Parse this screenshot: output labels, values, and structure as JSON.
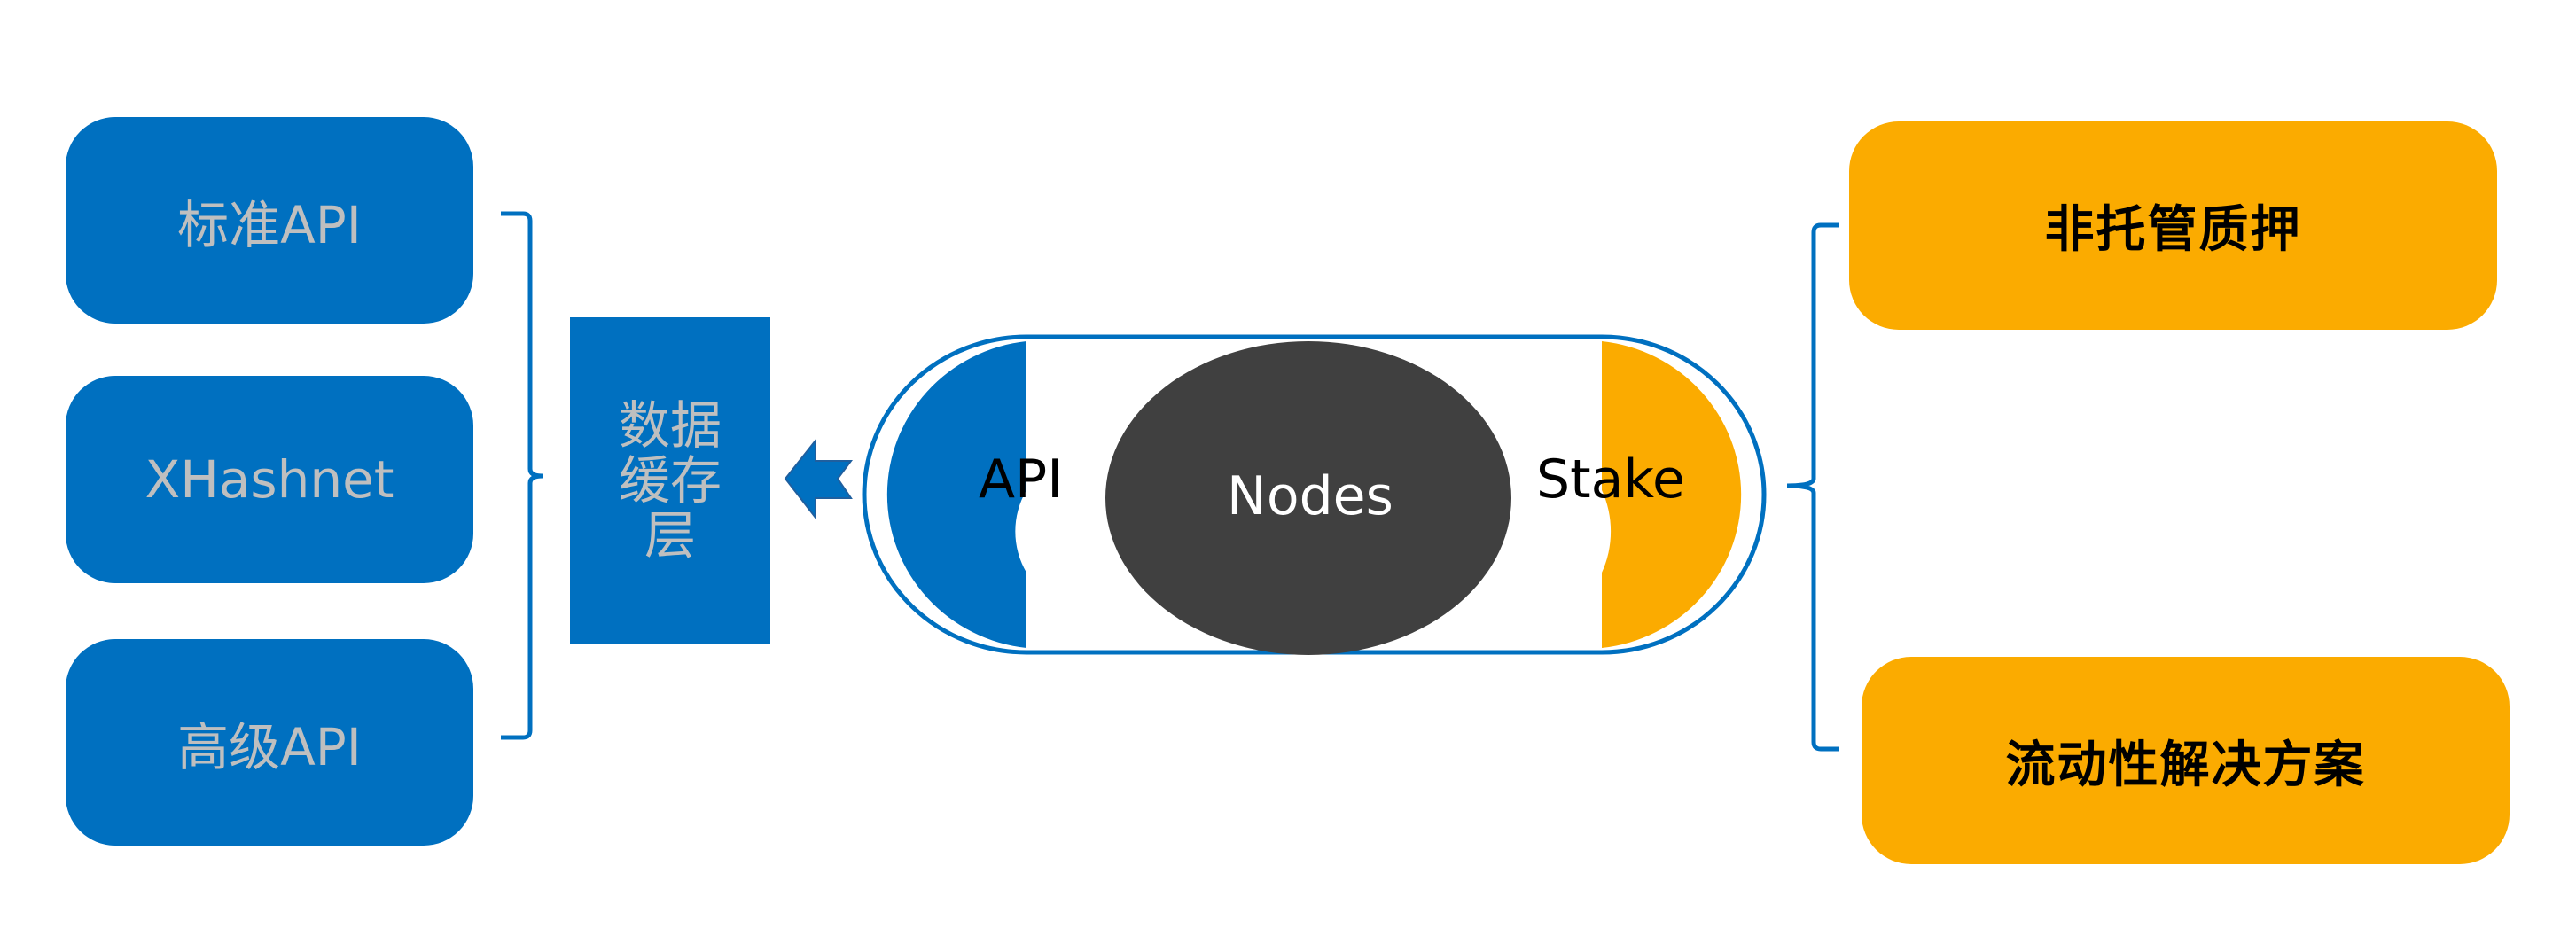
{
  "colors": {
    "blue": "#0070c0",
    "orange": "#fbab00",
    "dark": "#404040",
    "label_gray": "#bfbfbf"
  },
  "left_group": {
    "items": [
      {
        "label": "标准API"
      },
      {
        "label": "XHashnet"
      },
      {
        "label": "高级API"
      }
    ]
  },
  "cache_layer": {
    "lines": [
      "数据",
      "缓存",
      "层"
    ]
  },
  "arrow": {
    "icon": "left-arrow-icon"
  },
  "capsule": {
    "left_label": "API",
    "center_label": "Nodes",
    "right_label": "Stake"
  },
  "right_group": {
    "items": [
      {
        "label": "非托管质押"
      },
      {
        "label": "流动性解决方案"
      }
    ]
  }
}
